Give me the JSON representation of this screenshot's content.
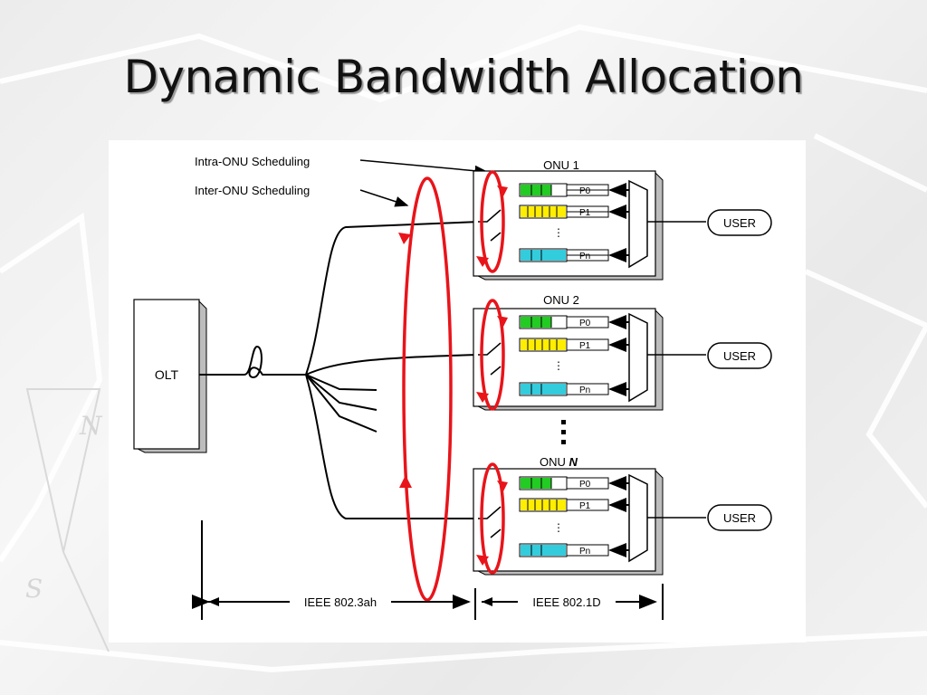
{
  "title": "Dynamic Bandwidth Allocation",
  "diagram": {
    "callouts": {
      "intra": "Intra-ONU Scheduling",
      "inter": "Inter-ONU Scheduling"
    },
    "olt_label": "OLT",
    "onus": [
      {
        "label": "ONU 1",
        "queues": [
          "P0",
          "P1",
          "Pn"
        ],
        "user": "USER"
      },
      {
        "label": "ONU 2",
        "queues": [
          "P0",
          "P1",
          "Pn"
        ],
        "user": "USER"
      },
      {
        "label": "ONU",
        "label_suffix": "N",
        "queues": [
          "P0",
          "P1",
          "Pn"
        ],
        "user": "USER"
      }
    ],
    "standards": {
      "left": "IEEE 802.3ah",
      "right": "IEEE 802.1D"
    },
    "colors": {
      "queue_p0": "#22cc22",
      "queue_p1": "#ffee00",
      "queue_pn": "#33ccdd",
      "scheduling_arrows": "#e8141a"
    }
  }
}
